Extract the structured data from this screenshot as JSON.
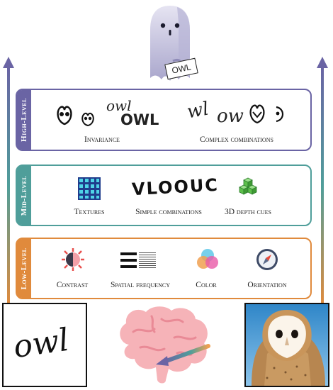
{
  "panels": {
    "high": {
      "level_label": "High-Level",
      "color": "#6a64a4",
      "items": [
        {
          "label": "Invariance",
          "glyph_owl_lower": "owl",
          "glyph_owl_upper": "OWL"
        },
        {
          "label": "Complex combinations",
          "glyph_a": "wl",
          "glyph_b": "ow"
        }
      ]
    },
    "mid": {
      "level_label": "Mid-Level",
      "color": "#4f9e9a",
      "items": [
        {
          "label": "Textures"
        },
        {
          "label": "Simple combinations",
          "glyph": "VLOOUC"
        },
        {
          "label": "3D depth cues"
        }
      ]
    },
    "low": {
      "level_label": "Low-Level",
      "color": "#e08a3c",
      "items": [
        {
          "label": "Contrast"
        },
        {
          "label": "Spatial frequency"
        },
        {
          "label": "Color"
        },
        {
          "label": "Orientation"
        }
      ]
    }
  },
  "top_figure": {
    "sign_text": "OWL"
  },
  "bottom": {
    "left_card_text": "owl",
    "brain_icon": "brain-icon",
    "right_photo": "barn-owl-photo"
  },
  "arrow_colors": {
    "top": "#6a64a4",
    "middle": "#4f9e9a",
    "bottom": "#e08a3c"
  }
}
